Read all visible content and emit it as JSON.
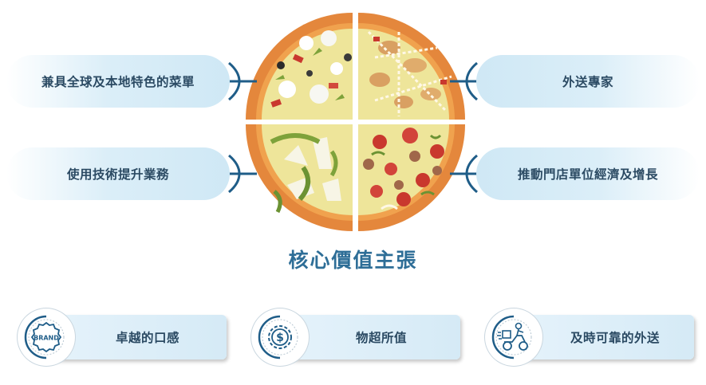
{
  "diagram": {
    "title": "核心價值主張",
    "quadrants": {
      "top_left": "兼具全球及本地特色的菜單",
      "top_right": "外送專家",
      "bottom_left": "使用技術提升業務",
      "bottom_right": "推動門店單位經濟及增長"
    },
    "cards": [
      {
        "icon": "brand-badge-icon",
        "badge_text": "BRAND",
        "label": "卓越的口感"
      },
      {
        "icon": "dollar-gear-icon",
        "label": "物超所值"
      },
      {
        "icon": "delivery-scooter-icon",
        "label": "及時可靠的外送"
      }
    ]
  },
  "colors": {
    "accent": "#2e6e97",
    "connector": "#1f5d88",
    "pill": "#d5eaf6",
    "crust": "#e4873c",
    "cheese": "#efe79a",
    "sauce": "#c9382e"
  }
}
